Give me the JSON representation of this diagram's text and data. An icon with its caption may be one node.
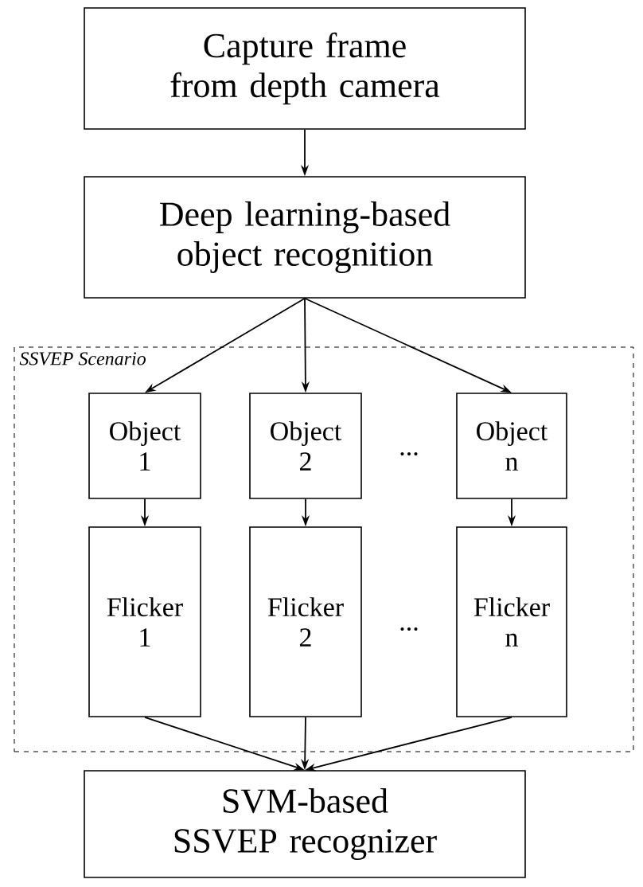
{
  "diagram": {
    "nodes": [
      {
        "text": [
          "Capture frame from depth camera"
        ]
      },
      {
        "text": [
          "Deep learning-based object recognition"
        ]
      },
      {
        "text": [
          "SSVEP Scenario"
        ]
      },
      {
        "text": [
          "Object 1"
        ],
        "in": 2
      },
      {
        "text": [
          "Object 2"
        ],
        "in": 2
      },
      {
        "text": [
          "Object n"
        ],
        "in": 2
      },
      {
        "text": [
          "Flicker 1"
        ],
        "in": 2
      },
      {
        "text": [
          "Flicker 2"
        ],
        "in": 2
      },
      {
        "text": [
          "Flicker n"
        ],
        "in": 2
      },
      {
        "text": [
          "SVM-based SSVEP recognizer"
        ]
      }
    ],
    "edges": [
      {
        "from": 0,
        "to": 1,
        "arrow": "to"
      },
      {
        "from": 1,
        "to": 3,
        "arrow": "to"
      },
      {
        "from": 1,
        "to": 4,
        "arrow": "to"
      },
      {
        "from": 1,
        "to": 5,
        "arrow": "to"
      },
      {
        "from": 3,
        "to": 6,
        "arrow": "to"
      },
      {
        "from": 4,
        "to": 7,
        "arrow": "to"
      },
      {
        "from": 5,
        "to": 8,
        "arrow": "to"
      },
      {
        "from": 6,
        "to": 9,
        "arrow": "to"
      },
      {
        "from": 7,
        "to": 9,
        "arrow": "to"
      },
      {
        "from": 8,
        "to": 9,
        "arrow": "to"
      }
    ],
    "labels": [
      "...",
      "..."
    ]
  }
}
